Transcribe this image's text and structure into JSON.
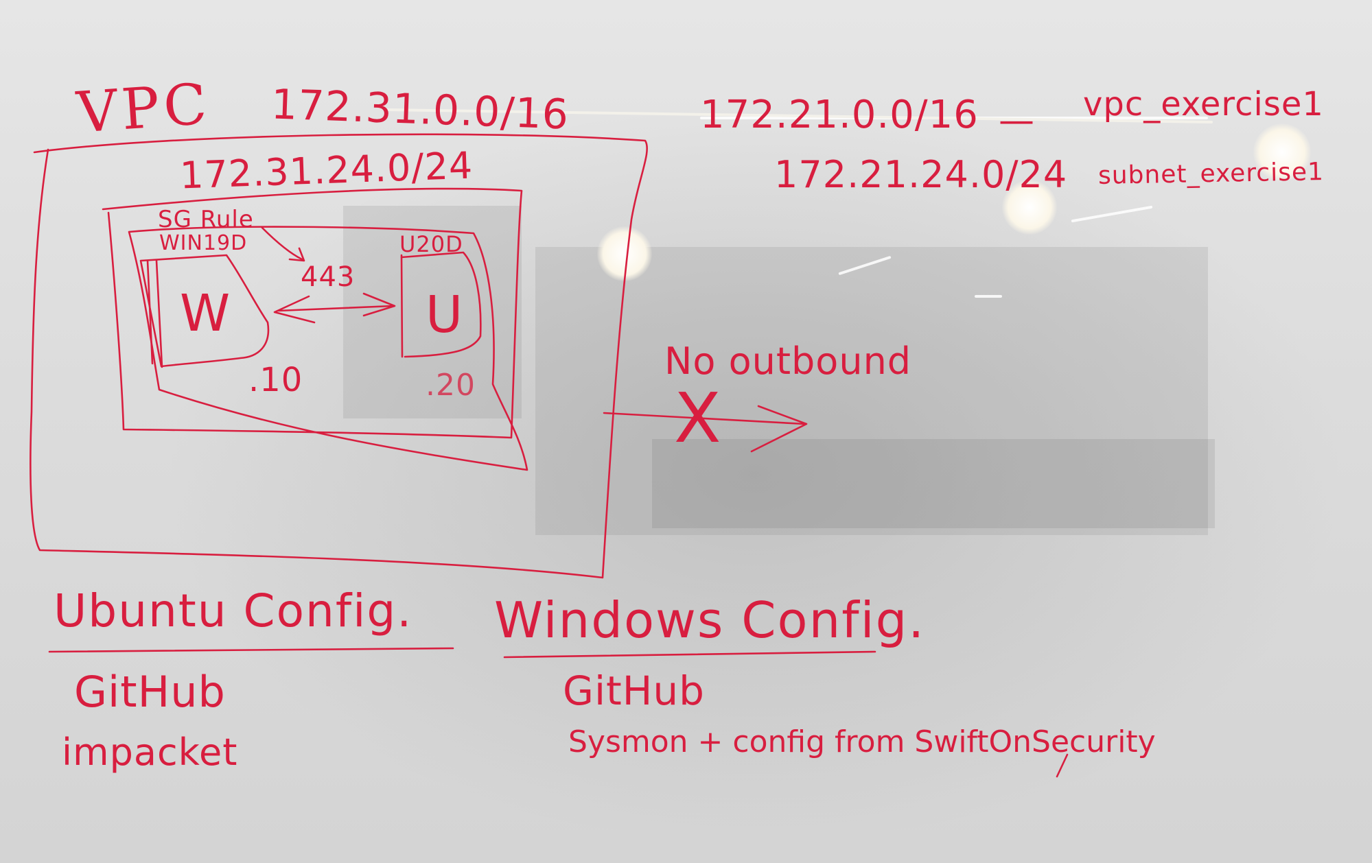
{
  "vpc": {
    "label": "VPC",
    "cidr_old": "172.31.0.0/16",
    "cidr_new": "172.21.0.0/16",
    "name_dash": "—",
    "name": "vpc_exercise1"
  },
  "subnet": {
    "cidr_old": "172.31.24.0/24",
    "cidr_new": "172.21.24.0/24",
    "name": "subnet_exercise1"
  },
  "security_group": {
    "label": "SG Rule",
    "port": "443"
  },
  "hosts": {
    "windows": {
      "name": "WIN19D",
      "letter": "W",
      "ip_suffix": ".10"
    },
    "ubuntu": {
      "name": "U20D",
      "letter": "U",
      "ip_suffix": ".20"
    }
  },
  "outbound": {
    "label": "No outbound",
    "blocked_mark": "X"
  },
  "ubuntu_config": {
    "heading": "Ubuntu Config.",
    "items": [
      "GitHub",
      "impacket"
    ]
  },
  "windows_config": {
    "heading": "Windows Config.",
    "items": [
      "GitHub",
      "Sysmon + config from SwiftOnSecurity"
    ]
  },
  "colors": {
    "ink": "#d81e3f",
    "board": "#e0e0e0"
  }
}
